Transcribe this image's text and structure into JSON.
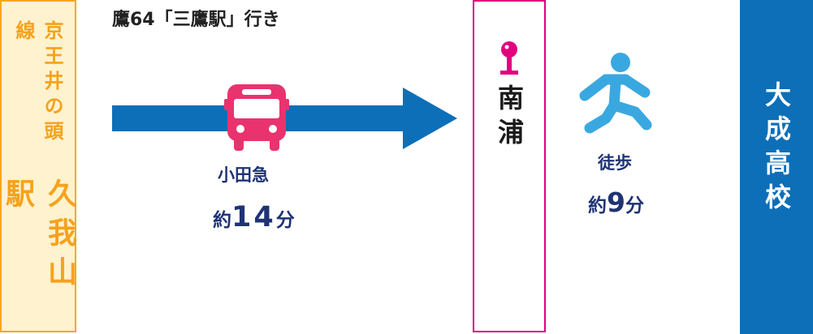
{
  "origin": {
    "line": "京王井の頭線",
    "station": "久我山駅"
  },
  "route": {
    "label": "鷹64「三鷹駅」行き"
  },
  "bus": {
    "company": "小田急",
    "time_prefix": "約",
    "time_value": "14",
    "time_unit": "分"
  },
  "stop": {
    "name": "南浦"
  },
  "walk": {
    "label": "徒歩",
    "time_prefix": "約",
    "time_value": "9",
    "time_unit": "分"
  },
  "destination": {
    "name": "大成高校"
  },
  "colors": {
    "origin_bg": "#fef2cf",
    "origin_border": "#f5a91b",
    "origin_text": "#f5a21b",
    "arrow": "#0d6fb8",
    "bus_icon": "#e8336f",
    "stop_border": "#e2007f",
    "walker": "#3aa8e0",
    "label_text": "#1f3374",
    "destination_bg": "#0d6fb8"
  }
}
